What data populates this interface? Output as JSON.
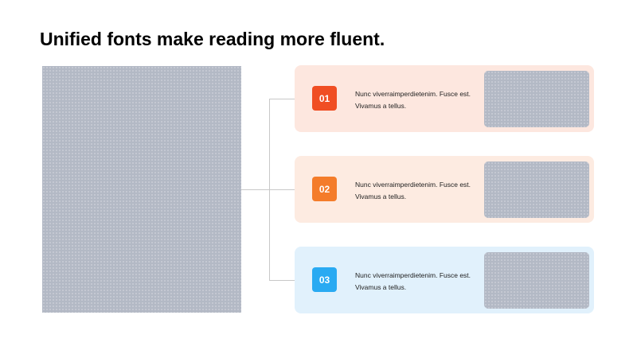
{
  "slide": {
    "title": "Unified fonts make reading more fluent."
  },
  "items": [
    {
      "number": "01",
      "text": "Nunc  viverraimperdietenim.  Fusce est. Vivamus  a tellus.",
      "card_color": "#fde7df",
      "badge_color": "#f04e23"
    },
    {
      "number": "02",
      "text": "Nunc  viverraimperdietenim.  Fusce est. Vivamus  a tellus.",
      "card_color": "#fdebe1",
      "badge_color": "#f47c2a"
    },
    {
      "number": "03",
      "text": "Nunc  viverraimperdietenim.  Fusce est. Vivamus  a tellus.",
      "card_color": "#e1f1fc",
      "badge_color": "#29aaf2"
    }
  ],
  "colors": {
    "image_placeholder": "#b3b9c5",
    "connector": "#c8c8c8"
  }
}
